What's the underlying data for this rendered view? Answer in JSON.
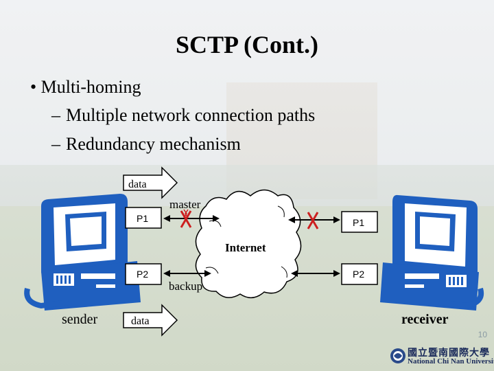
{
  "slide": {
    "title": "SCTP (Cont.)",
    "bullet": "Multi-homing",
    "subitems": [
      "Multiple network connection paths",
      "Redundancy mechanism"
    ],
    "page_number": "10"
  },
  "diagram": {
    "sender_label": "sender",
    "receiver_label": "receiver",
    "internet_label": "Internet",
    "master_label": "master",
    "backup_label": "backup",
    "data_top_label": "data",
    "data_bottom_label": "data",
    "sender_p1": "P1",
    "sender_p2": "P2",
    "receiver_p1": "P1",
    "receiver_p2": "P2"
  },
  "logo": {
    "chinese": "國立暨南國際大學",
    "english": "National Chi Nan University"
  },
  "colors": {
    "computer_blue": "#1f5fbf",
    "failure_red": "#cc1f1f",
    "text": "#000000"
  }
}
